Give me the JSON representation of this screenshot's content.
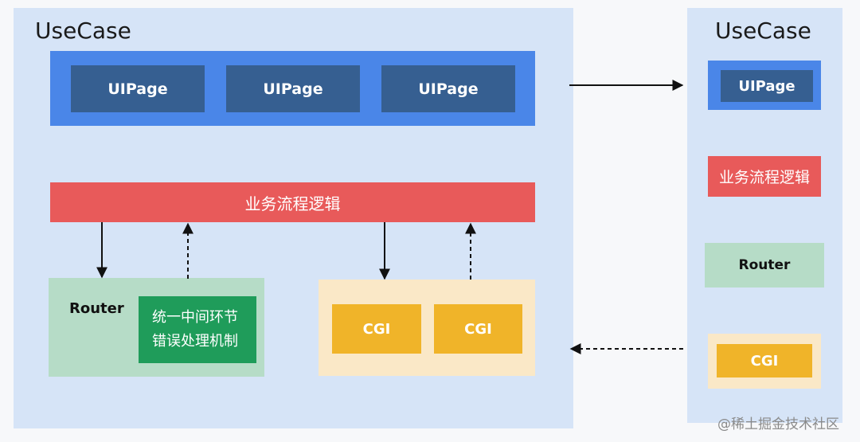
{
  "left_usecase": {
    "title": "UseCase",
    "uipages": [
      "UIPage",
      "UIPage",
      "UIPage"
    ],
    "business_logic": "业务流程逻辑",
    "router": {
      "label": "Router",
      "error_handling_lines": [
        "统一中间环节",
        "错误处理机制"
      ]
    },
    "cgis": [
      "CGI",
      "CGI"
    ]
  },
  "right_usecase": {
    "title": "UseCase",
    "uipage": "UIPage",
    "business_logic": "业务流程逻辑",
    "router": "Router",
    "cgi": "CGI"
  },
  "watermark": "@稀土掘金技术社区",
  "colors": {
    "panel": "#d6e4f7",
    "uipage_bar": "#4a86e8",
    "uipage": "#365f91",
    "business_logic": "#e85a5a",
    "router": "#b6dcc7",
    "error_handling": "#1f9c5a",
    "cgi_container": "#fae8c7",
    "cgi": "#f0b429"
  }
}
